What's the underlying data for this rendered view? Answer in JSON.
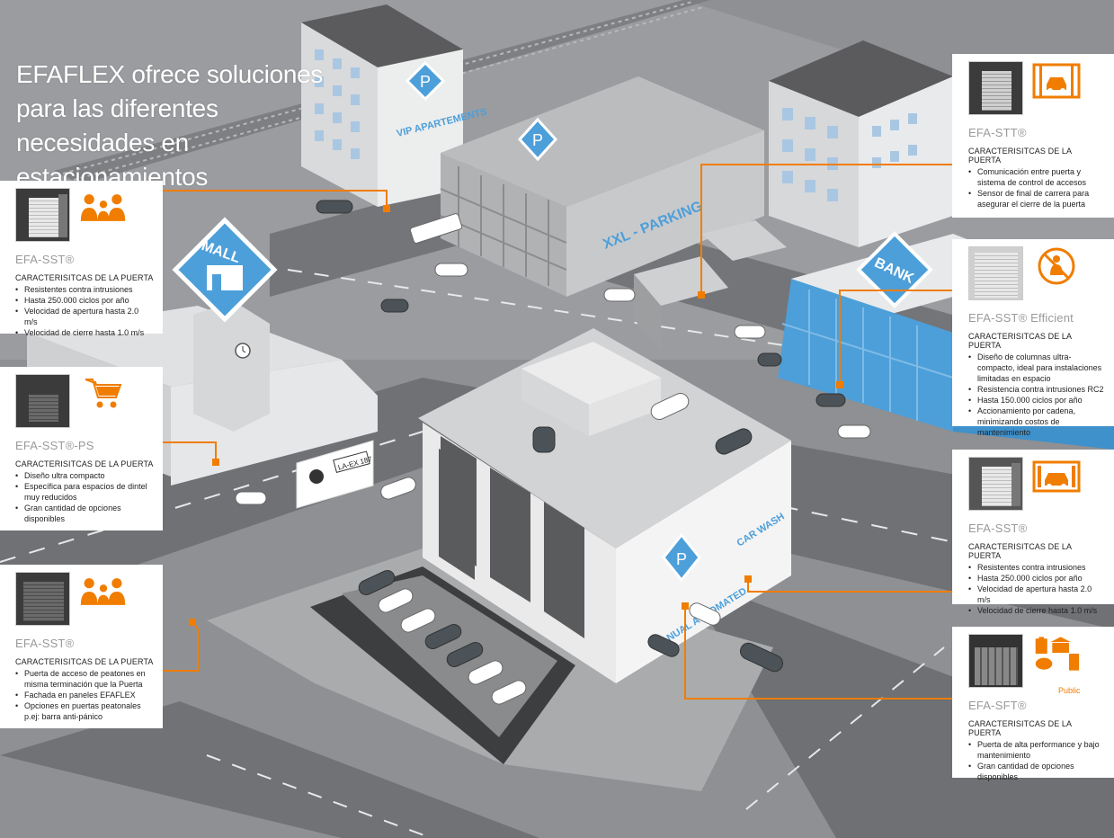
{
  "title": "EFAFLEX ofrece soluciones para las diferentes necesidades en estacionamientos",
  "colors": {
    "accent": "#f07d00",
    "sign_blue": "#4d9fd9",
    "panel_bg": "#ffffff",
    "ground": "#8d8f92"
  },
  "signs": {
    "vip_apartments": "VIP APARTEMENTS",
    "xxl_parking": "XXL - PARKING",
    "mall": "MALL",
    "bank": "BANK",
    "car_wash": "CAR WASH",
    "manual_automated": "MANUAL AUTOMATED",
    "plate": "LA-EX 187"
  },
  "left_panels": [
    {
      "product": "EFA-SST®",
      "icon": "family-icon",
      "caption": "CARACTERISITCAS DE LA PUERTA",
      "bullets": [
        "Resistentes contra intrusiones",
        "Hasta 250.000 ciclos por año",
        "Velocidad de apertura hasta 2.0 m/s",
        "Velocidad de cierre hasta 1.0 m/s"
      ]
    },
    {
      "product": "EFA-SST®-PS",
      "icon": "shopping-cart-icon",
      "caption": "CARACTERISITCAS DE LA PUERTA",
      "bullets": [
        "Diseño ultra compacto",
        "Específica para espacios de dintel muy reducidos",
        "Gran cantidad de opciones disponibles"
      ]
    },
    {
      "product": "EFA-SST®",
      "icon": "family-icon",
      "caption": "CARACTERISITCAS DE LA PUERTA",
      "bullets": [
        "Puerta de acceso de peatones en misma terminación que la Puerta",
        "Fachada en paneles EFAFLEX",
        "Opciones en puertas peatonales p.ej: barra anti-pánico"
      ]
    }
  ],
  "right_panels": [
    {
      "product": "EFA-STT®",
      "icon": "car-lift-icon",
      "caption": "CARACTERISITCAS DE LA PUERTA",
      "bullets": [
        "Comunicación entre puerta y sistema de control de accesos",
        "Sensor de final de carrera para asegurar el cierre de la puerta"
      ]
    },
    {
      "product": "EFA-SST® Efficient",
      "icon": "no-intrusion-icon",
      "caption": "CARACTERISITCAS DE LA PUERTA",
      "bullets": [
        "Diseño de columnas ultra-compacto, ideal para instalaciones limitadas en espacio",
        "Resistencia contra intrusiones RC2",
        "Hasta 150.000 ciclos por año",
        "Accionamiento por cadena, minimizando costos de mantenimiento"
      ]
    },
    {
      "product": "EFA-SST®",
      "icon": "car-wash-icon",
      "caption": "CARACTERISITCAS DE LA PUERTA",
      "bullets": [
        "Resistentes contra intrusiones",
        "Hasta 250.000 ciclos por año",
        "Velocidad de apertura hasta 2.0 m/s",
        "Velocidad de cierre hasta 1.0 m/s"
      ]
    },
    {
      "product": "EFA-SFT®",
      "icon": "public-buildings-icon",
      "public_label": "Public",
      "caption": "CARACTERISITCAS DE LA PUERTA",
      "bullets": [
        "Puerta de alta performance y bajo mantenimiento",
        "Gran cantidad de opciones disponibles"
      ]
    }
  ]
}
